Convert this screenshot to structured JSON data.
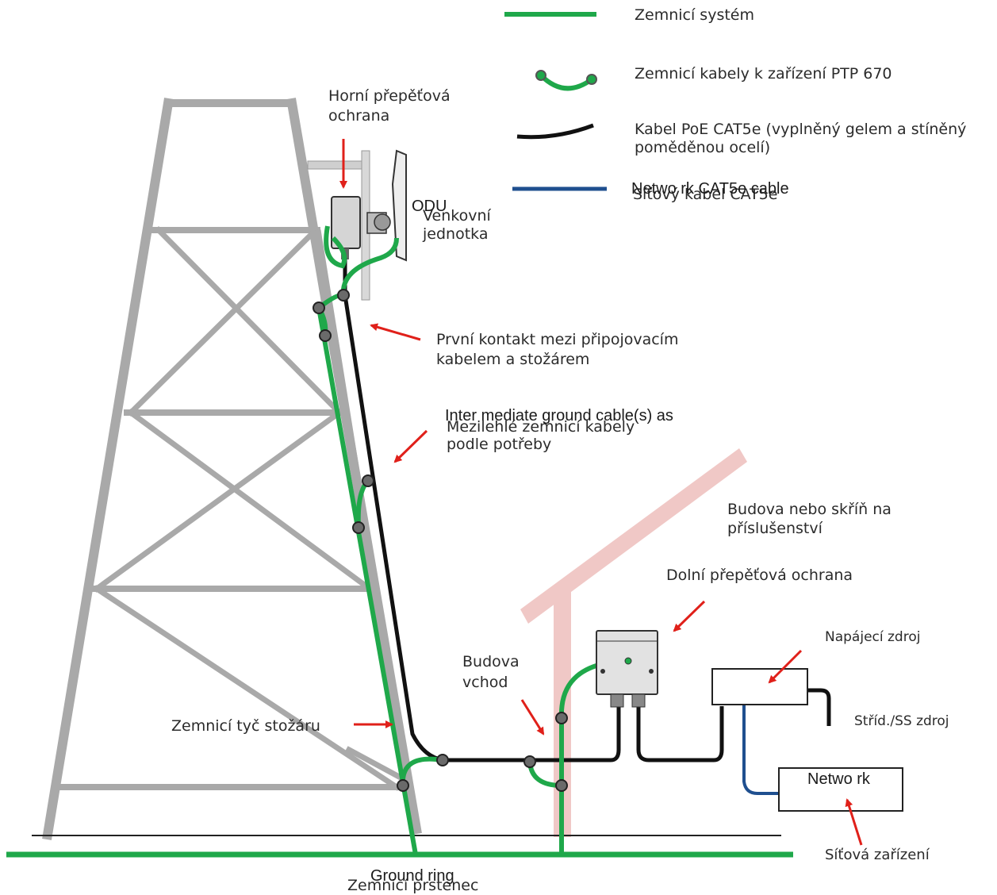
{
  "legend": {
    "grounding_system": "Zemnicí systém",
    "grounding_cables": "Zemnicí kabely k zařízení PTP 670",
    "poe_cable_line1": "Kabel PoE CAT5e (vyplněný gelem a stíněný",
    "poe_cable_line2": "poměděnou ocelí)",
    "network_cable_en": "Netwo rk CAT5e cable",
    "network_cable_cz": "Síťový kabel CAT5e"
  },
  "labels": {
    "top_surge_line1": "Horní přepěťová",
    "top_surge_line2": "ochrana",
    "odu_en": "ODU",
    "odu_cz_line1": "Venkovní",
    "odu_cz_line2": "jednotka",
    "first_contact_line1": "První kontakt mezi připojovacím",
    "first_contact_line2": "kabelem a stožárem",
    "intermediate_en": "Inter mediate ground cable(s) as",
    "intermediate_cz_line1": "Mezilehlé zemnicí kabely",
    "intermediate_cz_line2": "podle potřeby",
    "building_line1": "Budova nebo skříň na",
    "building_line2": "příslušenství",
    "bottom_surge": "Dolní přepěťová ochrana",
    "power_supply": "Napájecí zdroj",
    "building_entry_line1": "Budova",
    "building_entry_line2": "vchod",
    "ac_dc": "Stříd./SS zdroj",
    "tower_ground_rod": "Zemnicí tyč stožáru",
    "network_box": "Netwo rk",
    "network_devices": "Síťová zařízení",
    "ground_ring_en": "Ground ring",
    "ground_ring_cz": "Zemnicí prstenec"
  },
  "colors": {
    "ground": "#1fa84a",
    "poe": "#111111",
    "network": "#1f4f8f",
    "tower": "#a9a9a9",
    "building": "#f0c8c6",
    "arrow": "#e0201a"
  }
}
